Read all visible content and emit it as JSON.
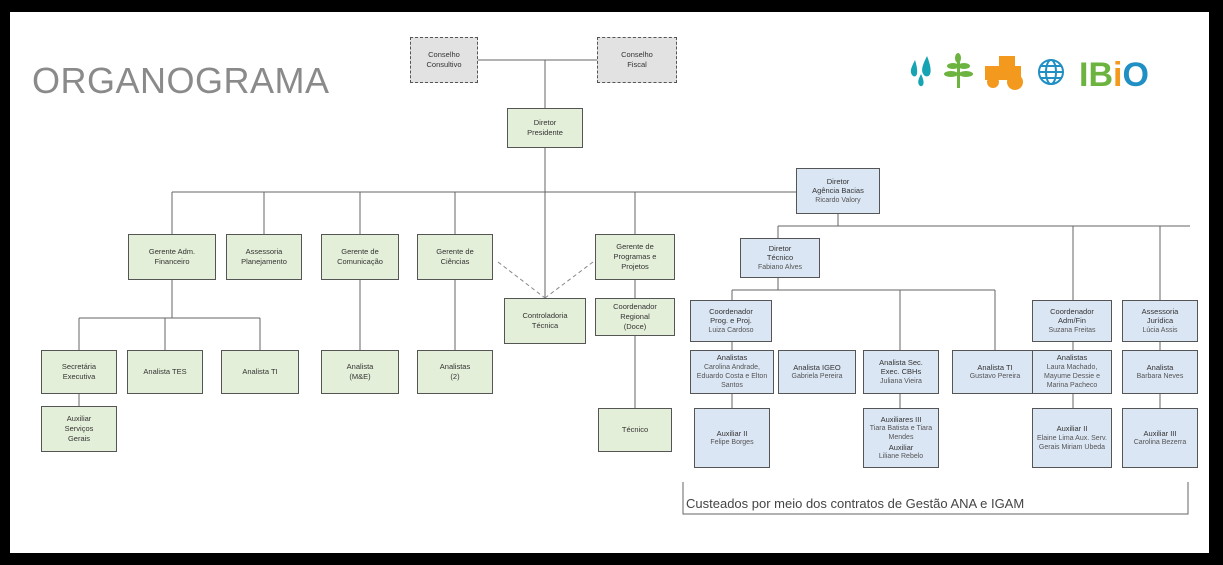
{
  "title": "ORGANOGRAMA",
  "logo": {
    "text": "IBiO",
    "icons": [
      "water-drops-icon",
      "plant-icon",
      "tractor-icon",
      "globe-icon"
    ],
    "colors": {
      "teal": "#16a3b3",
      "green": "#6cb33f",
      "orange": "#f39a1e",
      "blue": "#1f8fc4"
    }
  },
  "colors": {
    "green_box": "#e4efd9",
    "blue_box": "#dbe6f4",
    "grey_box": "#e2e2e2"
  },
  "top": {
    "conselho_consultivo": [
      "Conselho",
      "Consultivo"
    ],
    "conselho_fiscal": [
      "Conselho",
      "Fiscal"
    ],
    "diretor_presidente": [
      "Diretor",
      "Presidente"
    ]
  },
  "gerentes": {
    "adm_financeiro": [
      "Gerente Adm.",
      "Financeiro"
    ],
    "assessoria_planejamento": [
      "Assessoria",
      "Planejamento"
    ],
    "comunicacao": [
      "Gerente de",
      "Comunicação"
    ],
    "ciencias": [
      "Gerente de",
      "Ciências"
    ],
    "programas_projetos": [
      "Gerente de",
      "Programas e",
      "Projetos"
    ]
  },
  "controladoria": [
    "Controladoria",
    "Técnica"
  ],
  "adm_team": {
    "secretaria": [
      "Secretária",
      "Executiva"
    ],
    "analista_tes": [
      "Analista TES"
    ],
    "analista_ti": [
      "Analista TI"
    ],
    "auxiliar_servicos": [
      "Auxiliar",
      "Serviços",
      "Gerais"
    ]
  },
  "analista_mae": [
    "Analista",
    "(M&E)"
  ],
  "analistas_2": [
    "Analistas",
    "(2)"
  ],
  "coordenador_regional": [
    "Coordenador",
    "Regional",
    "(Doce)"
  ],
  "tecnico": [
    "Técnico"
  ],
  "agencia": {
    "diretor_agencia": {
      "lines": [
        "Diretor",
        "Agência Bacias"
      ],
      "name": "Ricardo Valory"
    },
    "diretor_tecnico": {
      "lines": [
        "Diretor",
        "Técnico"
      ],
      "name": "Fabiano Alves"
    },
    "coord_prog": {
      "lines": [
        "Coordenador",
        "Prog. e Proj."
      ],
      "name": "Luiza Cardoso"
    },
    "analistas_prog": {
      "lines": [
        "Analistas"
      ],
      "name": "Carolina Andrade, Eduardo Costa e Elton Santos"
    },
    "analista_igeo": {
      "lines": [
        "Analista IGEO"
      ],
      "name": "Gabriela Pereira"
    },
    "auxiliar_ii": {
      "lines": [
        "Auxiliar II"
      ],
      "name": "Felipe Borges"
    },
    "analista_sec": {
      "lines": [
        "Analista Sec.",
        "Exec. CBHs"
      ],
      "name": "Juliana Vieira"
    },
    "auxiliares_iii": {
      "lines": [
        "Auxiliares III"
      ],
      "name": "Tiara Batista e Tiara Mendes"
    },
    "auxiliar_iii_b": {
      "lines": [
        "Auxiliar"
      ],
      "name": "Liliane Rebelo"
    },
    "analista_ti_agencia": {
      "lines": [
        "Analista TI"
      ],
      "name": "Gustavo Pereira"
    },
    "coord_admfin": {
      "lines": [
        "Coordenador",
        "Adm/Fin"
      ],
      "name": "Suzana Freitas"
    },
    "analistas_admfin": {
      "lines": [
        "Analistas"
      ],
      "name": "Laura Machado, Mayume Dessie e Marina Pacheco"
    },
    "auxiliar_ii_admfin": {
      "lines": [
        "Auxiliar II"
      ],
      "name": "Elaine Lima Aux. Serv. Gerais Miriam Ubeda"
    },
    "assessoria_juridica": {
      "lines": [
        "Assessoria",
        "Jurídica"
      ],
      "name": "Lúcia Assis"
    },
    "analista_juridica": {
      "lines": [
        "Analista"
      ],
      "name": "Barbara Neves"
    },
    "auxiliar_iii_juridica": {
      "lines": [
        "Auxiliar III"
      ],
      "name": "Carolina Bezerra"
    }
  },
  "footnote": "Custeados por meio dos contratos de Gestão ANA e IGAM"
}
